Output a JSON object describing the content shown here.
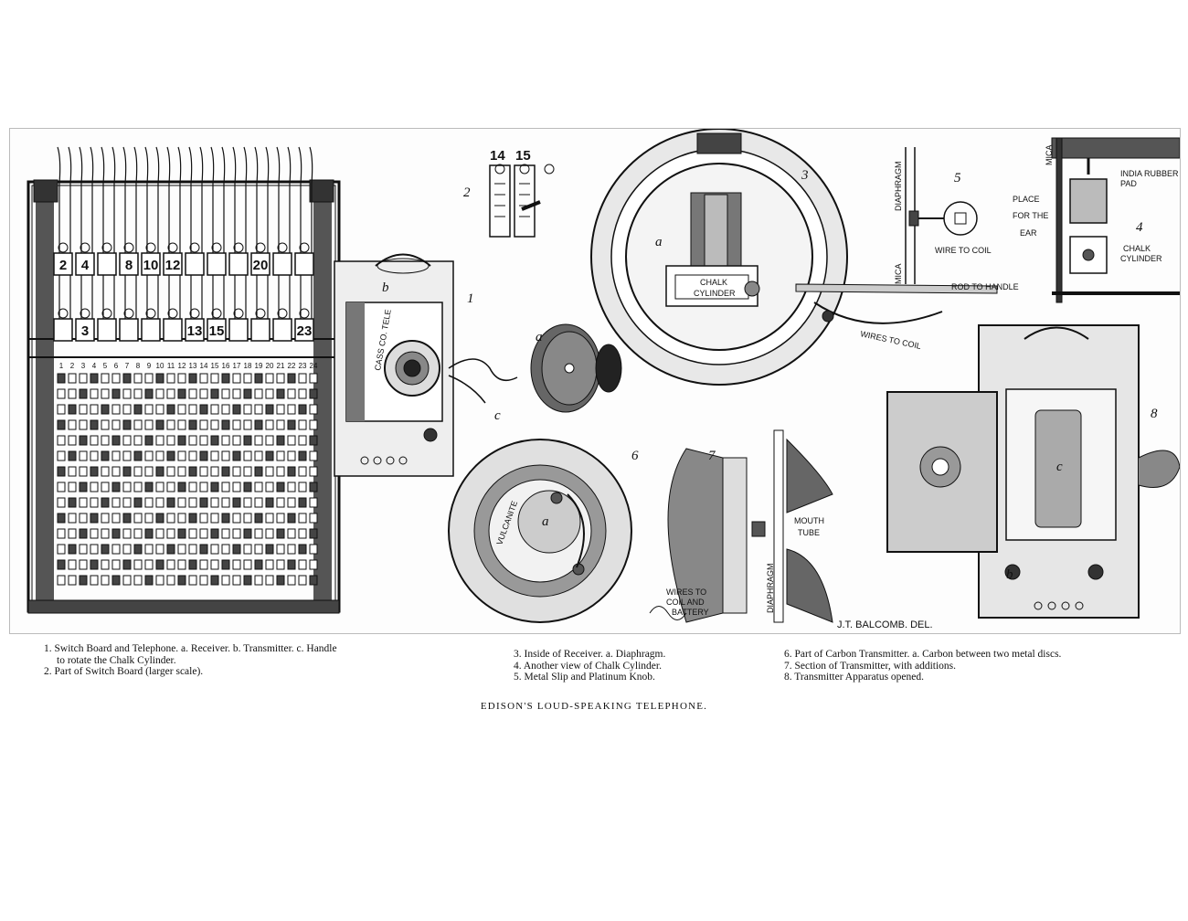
{
  "figure_numbers": [
    "1",
    "2",
    "3",
    "4",
    "5",
    "6",
    "7",
    "8"
  ],
  "switchboard": {
    "tags_top": [
      "2",
      "4",
      "8",
      "10",
      "12",
      "20"
    ],
    "tags_bottom": [
      "3",
      "13",
      "15",
      "23"
    ],
    "column_numbers": [
      "1",
      "2",
      "3",
      "4",
      "5",
      "6",
      "7",
      "8",
      "9",
      "10",
      "11",
      "12",
      "13",
      "14",
      "15",
      "16",
      "17",
      "18",
      "19",
      "20",
      "21",
      "22",
      "23",
      "24"
    ],
    "part_tags": [
      "14",
      "15"
    ]
  },
  "letters": {
    "a": "a",
    "b": "b",
    "c": "c"
  },
  "labels": {
    "chalk": "CHALK",
    "cylinder": "CYLINDER",
    "wires_to_coil": "WIRES TO COIL",
    "rod_to_handle": "ROD TO HANDLE",
    "diaphragm": "DIAPHRAGM",
    "mica": "MICA",
    "wire_to_coil": "WIRE TO COIL",
    "india_rubber": "INDIA RUBBER",
    "pad": "PAD",
    "place": "PLACE",
    "for_the": "FOR THE",
    "ear": "EAR",
    "chalk_cylinder_1": "CHALK",
    "chalk_cylinder_2": "CYLINDER",
    "vulcanite": "VULCANITE",
    "mouth": "MOUTH",
    "tube": "TUBE",
    "wires_to": "WIRES TO",
    "coil_and": "COIL AND",
    "battery": "BATTERY",
    "signature": "J.T. BALCOMB. DEL."
  },
  "captions": {
    "col1": [
      "1. Switch Board and Telephone.  a. Receiver.  b. Transmitter.  c. Handle",
      "    to rotate the Chalk Cylinder.",
      "2. Part of Switch Board (larger scale)."
    ],
    "col2": [
      "3. Inside of Receiver.  a. Diaphragm.",
      "4. Another view of Chalk Cylinder.",
      "5. Metal Slip and Platinum Knob."
    ],
    "col3": [
      "6. Part of Carbon Transmitter.  a. Carbon between two metal discs.",
      "7. Section of Transmitter, with additions.",
      "8. Transmitter Apparatus opened."
    ]
  },
  "title": "EDISON'S LOUD-SPEAKING TELEPHONE."
}
